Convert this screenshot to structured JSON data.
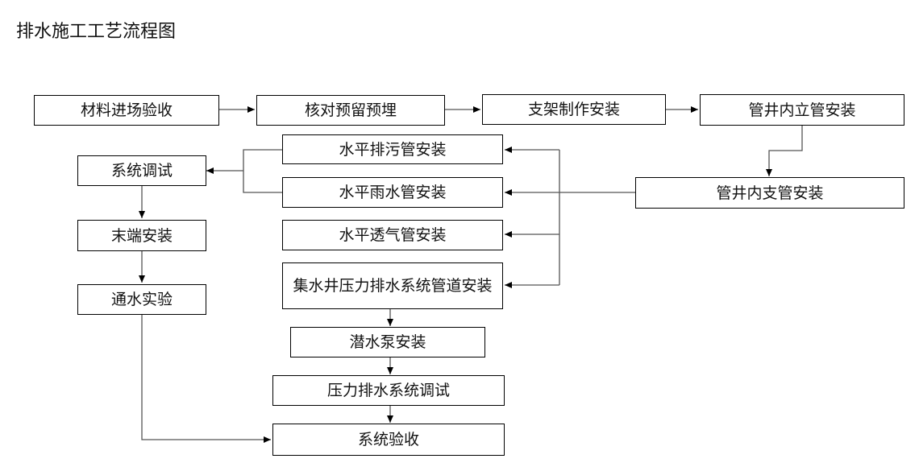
{
  "page": {
    "title": "排水施工工艺流程图"
  },
  "nodes": {
    "material_check": "材料进场验收",
    "check_reserved": "核对预留预埋",
    "bracket_install": "支架制作安装",
    "riser_install": "管井内立管安装",
    "branch_install": "管井内支管安装",
    "sewage_install": "水平排污管安装",
    "rain_install": "水平雨水管安装",
    "vent_install": "水平透气管安装",
    "sump_pipe_install": "集水井压力排水系统管道安装",
    "pump_install": "潜水泵安装",
    "pressure_debug": "压力排水系统调试",
    "system_debug": "系统调试",
    "terminal_install": "末端安装",
    "water_test": "通水实验",
    "system_accept": "系统验收"
  },
  "edges": [
    [
      "material_check",
      "check_reserved"
    ],
    [
      "check_reserved",
      "bracket_install"
    ],
    [
      "bracket_install",
      "riser_install"
    ],
    [
      "riser_install",
      "branch_install"
    ],
    [
      "branch_install",
      "rain_install"
    ],
    [
      "branch_install",
      "sewage_install"
    ],
    [
      "branch_install",
      "vent_install"
    ],
    [
      "branch_install",
      "sump_pipe_install"
    ],
    [
      "sewage_install",
      "system_debug"
    ],
    [
      "rain_install",
      "system_debug"
    ],
    [
      "system_debug",
      "terminal_install"
    ],
    [
      "terminal_install",
      "water_test"
    ],
    [
      "water_test",
      "system_accept"
    ],
    [
      "sump_pipe_install",
      "pump_install"
    ],
    [
      "pump_install",
      "pressure_debug"
    ],
    [
      "pressure_debug",
      "system_accept"
    ]
  ]
}
